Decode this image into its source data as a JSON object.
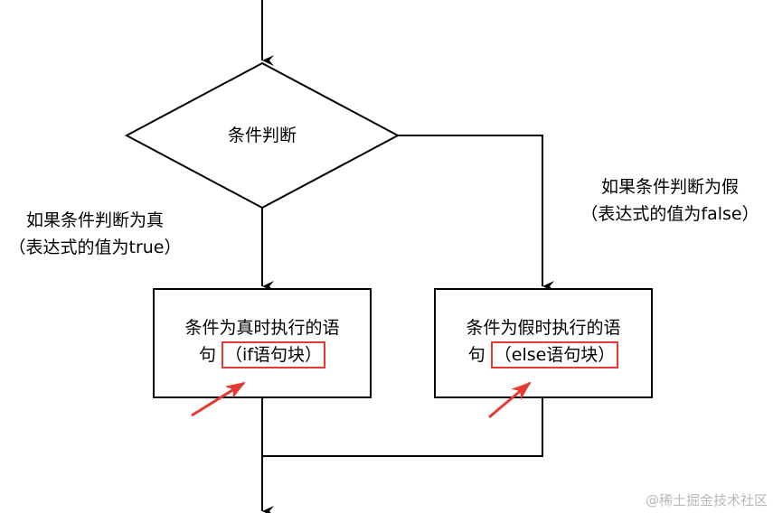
{
  "decision": {
    "label": "条件判断"
  },
  "branches": {
    "true_condition": {
      "line1": "如果条件判断为真",
      "line2": "（表达式的值为true）"
    },
    "false_condition": {
      "line1": "如果条件判断为假",
      "line2": "（表达式的值为false）"
    }
  },
  "boxes": {
    "if_block": {
      "line1": "条件为真时执行的语",
      "line2_prefix": "句",
      "highlight": "（if语句块）"
    },
    "else_block": {
      "line1": "条件为假时执行的语",
      "line2_prefix": "句",
      "highlight": "（else语句块）"
    }
  },
  "watermark": "@稀土掘金技术社区",
  "colors": {
    "line": "#000000",
    "highlight": "#e53935",
    "watermark": "#b8b8b8"
  }
}
